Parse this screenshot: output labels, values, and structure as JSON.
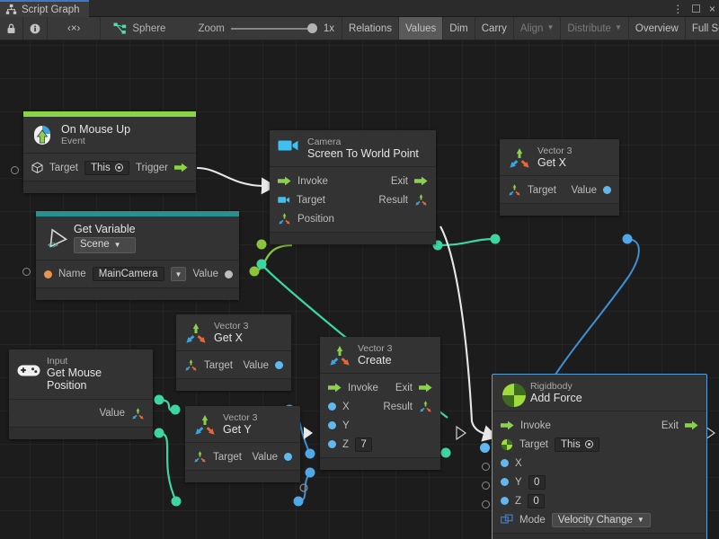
{
  "window": {
    "tab_title": "Script Graph",
    "tab_icon": "script-graph-icon",
    "controls": {
      "menu": "⋮",
      "maximize": "☐",
      "close": "×"
    }
  },
  "toolbar": {
    "lock_icon": "lock-icon",
    "info_icon": "info-icon",
    "code_label": "‹×›",
    "object_icon": "script-graph-asset-icon",
    "object_label": "Sphere",
    "zoom_label": "Zoom",
    "zoom_value": "1x",
    "buttons": [
      {
        "label": "Relations",
        "selected": false,
        "dim": false,
        "caret": false
      },
      {
        "label": "Values",
        "selected": true,
        "dim": false,
        "caret": false
      },
      {
        "label": "Dim",
        "selected": false,
        "dim": false,
        "caret": false
      },
      {
        "label": "Carry",
        "selected": false,
        "dim": false,
        "caret": false
      },
      {
        "label": "Align",
        "selected": false,
        "dim": true,
        "caret": true
      },
      {
        "label": "Distribute",
        "selected": false,
        "dim": true,
        "caret": true
      },
      {
        "label": "Overview",
        "selected": false,
        "dim": false,
        "caret": false
      },
      {
        "label": "Full Screen",
        "selected": false,
        "dim": false,
        "caret": false
      }
    ]
  },
  "nodes": {
    "on_mouse_up": {
      "accent_color": "#8ad24a",
      "icon": "mouse-event-icon",
      "title": "On Mouse Up",
      "subtitle": "Event",
      "target_label": "Target",
      "target_value": "This",
      "trigger_label": "Trigger"
    },
    "get_variable": {
      "accent_color": "#2a8f8f",
      "icon": "variable-scene-icon",
      "title": "Get Variable",
      "scope_value": "Scene",
      "name_label": "Name",
      "name_value": "MainCamera",
      "value_label": "Value"
    },
    "screen_to_world": {
      "icon": "camera-icon",
      "subtitle": "Camera",
      "title": "Screen To World Point",
      "invoke_label": "Invoke",
      "exit_label": "Exit",
      "target_label": "Target",
      "result_label": "Result",
      "position_label": "Position"
    },
    "vector3_getx_top": {
      "icon": "vector3-icon",
      "subtitle": "Vector 3",
      "title": "Get X",
      "target_label": "Target",
      "value_label": "Value"
    },
    "input_mouse_position": {
      "icon": "gamepad-icon",
      "subtitle": "Input",
      "title": "Get Mouse Position",
      "value_label": "Value"
    },
    "vector3_getx_mid": {
      "icon": "vector3-icon",
      "subtitle": "Vector 3",
      "title": "Get X",
      "target_label": "Target",
      "value_label": "Value"
    },
    "vector3_gety": {
      "icon": "vector3-icon",
      "subtitle": "Vector 3",
      "title": "Get Y",
      "target_label": "Target",
      "value_label": "Value"
    },
    "vector3_create": {
      "icon": "vector3-icon",
      "subtitle": "Vector 3",
      "title": "Create",
      "invoke_label": "Invoke",
      "exit_label": "Exit",
      "x_label": "X",
      "y_label": "Y",
      "z_label": "Z",
      "z_value": "7",
      "result_label": "Result"
    },
    "rigidbody_add_force": {
      "icon": "rigidbody-icon",
      "subtitle": "Rigidbody",
      "title": "Add Force",
      "selected": true,
      "invoke_label": "Invoke",
      "exit_label": "Exit",
      "target_label": "Target",
      "target_value": "This",
      "x_label": "X",
      "y_label": "Y",
      "y_value": "0",
      "z_label": "Z",
      "z_value": "0",
      "mode_label": "Mode",
      "mode_value": "Velocity Change"
    }
  },
  "edge_colors": {
    "control_flow": "#e8e8e8",
    "object_ref": "#3dd6a0",
    "float": "#51a8e8",
    "variable": "#8ac43c"
  }
}
